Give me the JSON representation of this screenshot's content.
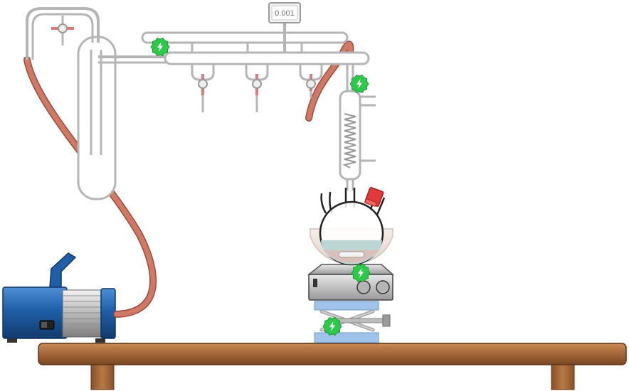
{
  "manometer": {
    "reading": "0.001"
  },
  "hotspots": [
    {
      "id": "manifold",
      "icon": "lightning-icon"
    },
    {
      "id": "condenser",
      "icon": "lightning-icon"
    },
    {
      "id": "hotplate",
      "icon": "lightning-icon"
    },
    {
      "id": "lab-jack",
      "icon": "lightning-icon"
    }
  ],
  "colors": {
    "hotspot": "#2ec84a",
    "tubing": "#c8705e",
    "pump": "#1f5fa8",
    "bench": "#a4663a",
    "glass": "#bcbcbc",
    "stopper": "#e23a3a",
    "stopcock": "#e07a7a"
  }
}
